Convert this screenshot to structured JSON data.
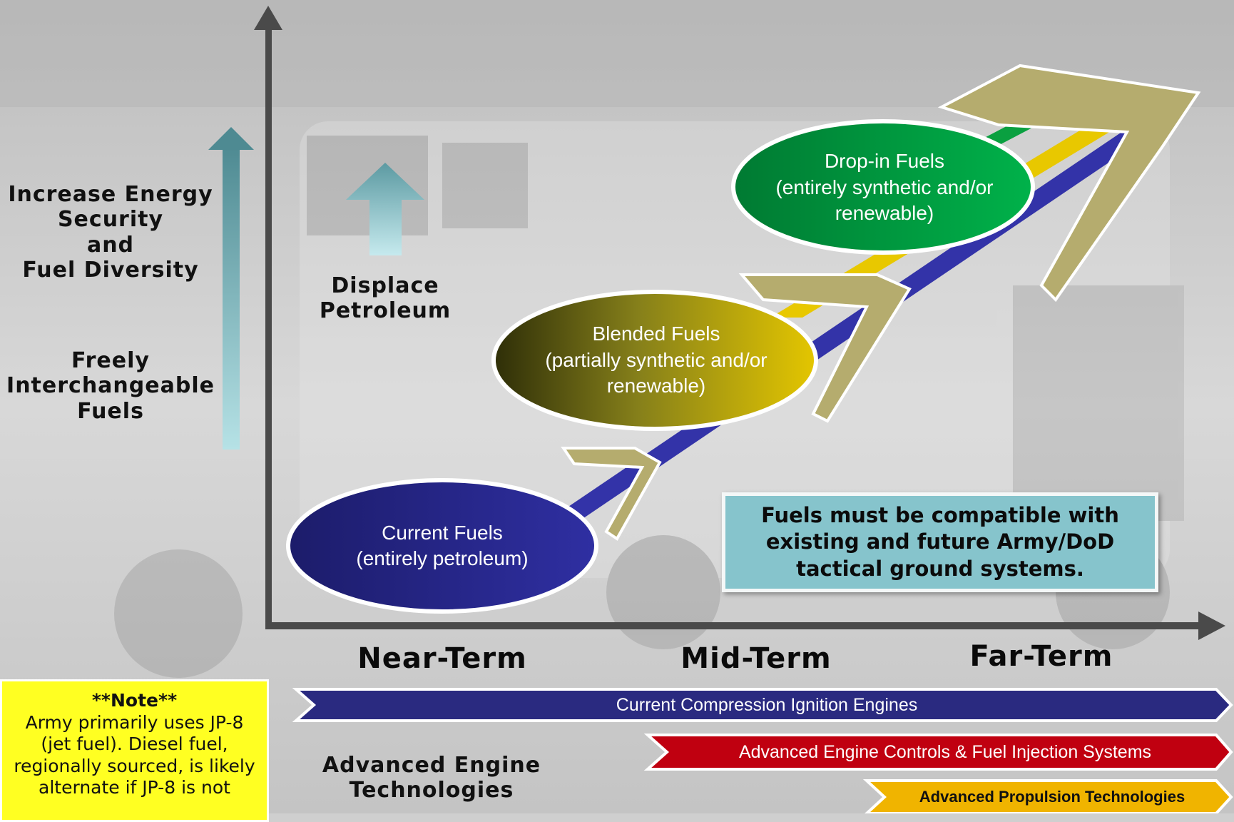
{
  "left_labels": {
    "energy_line1": "Increase Energy",
    "energy_line2": "Security",
    "energy_line3": "and",
    "energy_line4": "Fuel Diversity",
    "interch_line1": "Freely",
    "interch_line2": "Interchangeable",
    "interch_line3": "Fuels"
  },
  "displace": {
    "line1": "Displace",
    "line2": "Petroleum"
  },
  "ellipses": {
    "current": {
      "line1": "Current Fuels",
      "line2": "(entirely petroleum)",
      "color": "#2a2a90"
    },
    "blended": {
      "line1": "Blended Fuels",
      "line2": "(partially synthetic and/or",
      "line3": "renewable)",
      "color": "#b8a800"
    },
    "dropin": {
      "line1": "Drop-in Fuels",
      "line2": "(entirely synthetic and/or",
      "line3": "renewable)",
      "color": "#0aa040"
    }
  },
  "callout": {
    "line1": "Fuels must be compatible with",
    "line2": "existing and future Army/DoD",
    "line3": "tactical ground systems.",
    "color": "#86c4cc"
  },
  "terms": {
    "near": "Near-Term",
    "mid": "Mid-Term",
    "far": "Far-Term"
  },
  "bands": {
    "ci": {
      "label": "Current Compression Ignition Engines",
      "color": "#2a2a80"
    },
    "aec": {
      "label": "Advanced Engine Controls & Fuel Injection Systems",
      "color": "#c00010"
    },
    "apt": {
      "label": "Advanced Propulsion Technologies",
      "color": "#f0b400"
    }
  },
  "engine_tech": {
    "line1": "Advanced Engine",
    "line2": "Technologies"
  },
  "note": {
    "title": "**Note**",
    "line1": "Army primarily uses JP-8",
    "line2": "(jet fuel).  Diesel fuel,",
    "line3": "regionally sourced, is likely",
    "line4": "alternate if JP-8 is not"
  },
  "colors": {
    "axis": "#4a4a4a",
    "chevron": "#b5ac6e",
    "stripe_green": "#0aa040",
    "stripe_yellow": "#e8c800",
    "stripe_blue": "#3333a8"
  }
}
